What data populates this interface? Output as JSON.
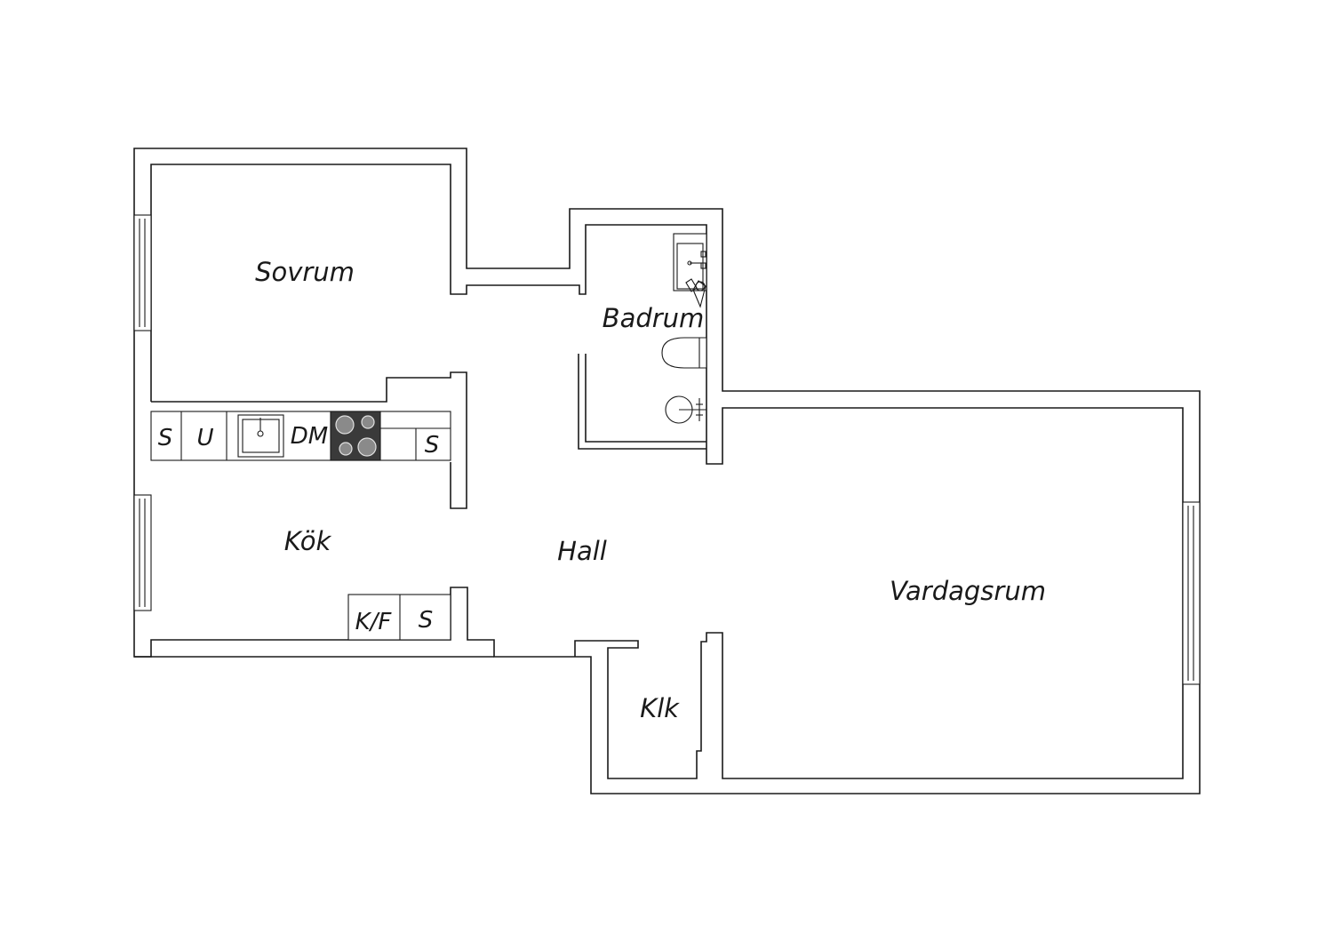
{
  "rooms": {
    "sovrum": "Sovrum",
    "badrum": "Badrum",
    "kok": "Kök",
    "hall": "Hall",
    "vardagsrum": "Vardagsrum",
    "klk": "Klk"
  },
  "fixtures": {
    "cabinet_s_1": "S",
    "cabinet_u": "U",
    "dishwasher": "DM",
    "cabinet_s_2": "S",
    "fridge_freezer": "K/F",
    "cabinet_s_3": "S"
  },
  "colors": {
    "wall": "#1a1a1a",
    "stove": "#3a3a3a",
    "background": "#ffffff"
  }
}
